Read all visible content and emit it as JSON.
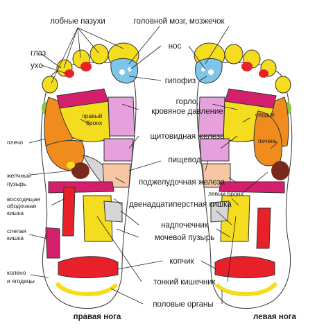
{
  "colors": {
    "yellow": "#f4dc1e",
    "orange": "#f08c1e",
    "red": "#e8202a",
    "magenta": "#d4206c",
    "pink": "#e6a0dc",
    "peach": "#f7c7a5",
    "green": "#8fc43a",
    "blue": "#7ec5ea",
    "brown": "#7a2a1a",
    "gray": "#d6d6d6",
    "cream": "#fbf0c0",
    "outline": "#333333"
  },
  "labels": {
    "frontal_sinuses": "лобные пазухи",
    "brain_cerebellum": "головной мозг, мозжечок",
    "eye": "глаз",
    "ear": "ухо",
    "nose": "нос",
    "pituitary": "гипофиз",
    "throat_line1": "горло,",
    "throat_line2": "кровяное давление",
    "right_bronchus_line1": "правый",
    "right_bronchus_line2": "бронх",
    "heart": "сердце",
    "shoulder": "плечо",
    "liver": "печень",
    "thyroid": "щитовидная железа",
    "esophagus": "пищевод",
    "gallbladder_line1": "желчный",
    "gallbladder_line2": "пузырь",
    "pancreas": "поджелудочная железа",
    "left_bronchus": "левый бронх",
    "ascending_colon_line1": "восходящая",
    "ascending_colon_line2": "ободочная",
    "ascending_colon_line3": "кишка",
    "duodenum": "двенадцатиперстная кишка",
    "adrenal": "надпочечник",
    "cecum_line1": "слепая",
    "cecum_line2": "кишка",
    "bladder": "мочевой пузырь",
    "coccyx": "копчик",
    "knee_line1": "колено",
    "knee_line2": "и ягодицы",
    "small_intestine": "тонкий кишечник",
    "genitals": "половые органы",
    "right_foot": "правая нога",
    "left_foot": "левая нога"
  }
}
